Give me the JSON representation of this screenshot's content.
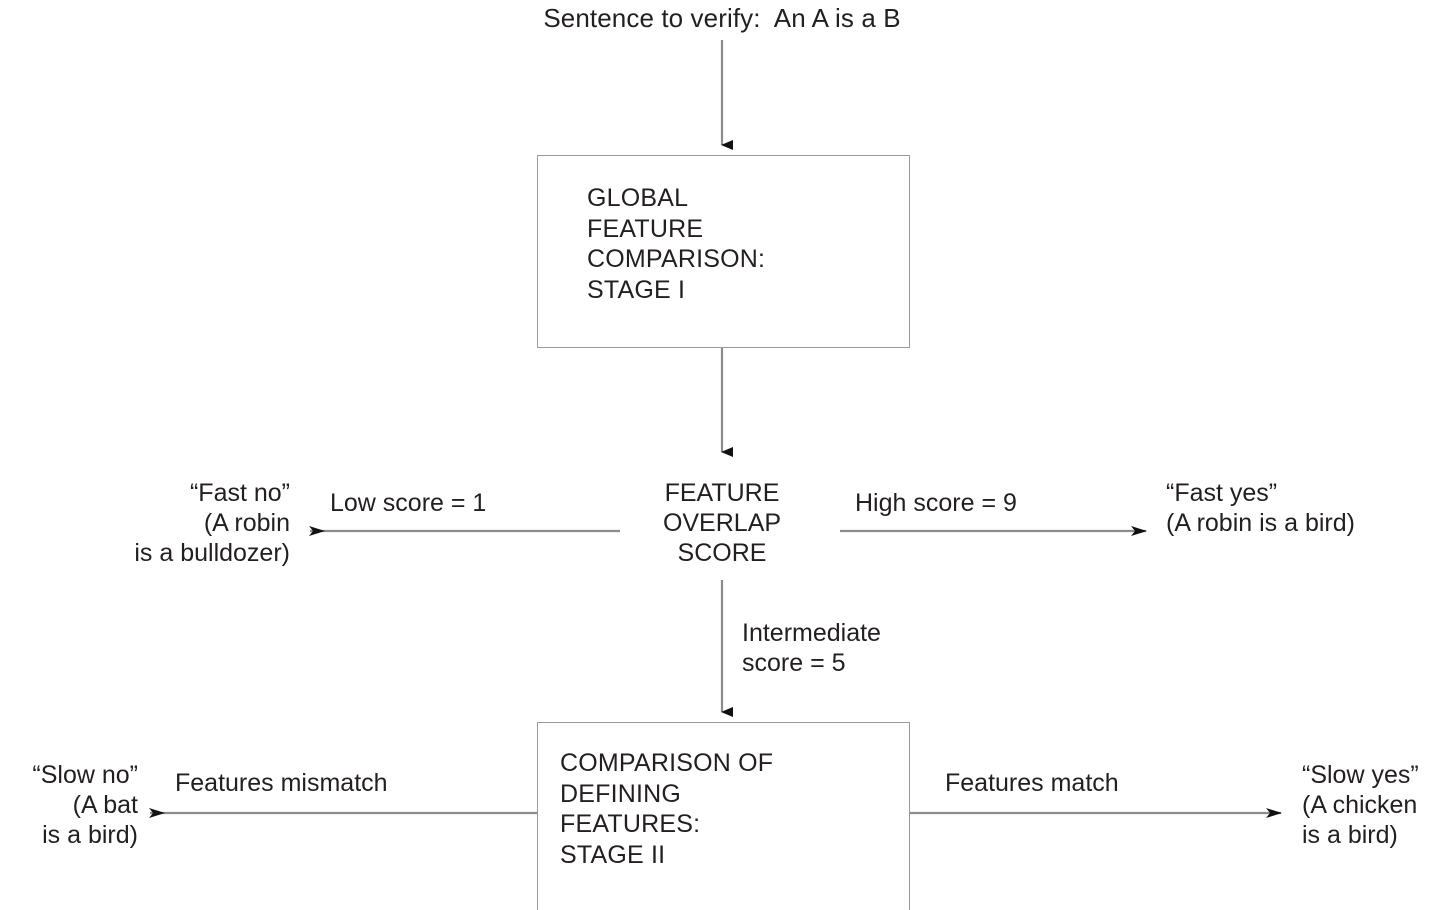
{
  "diagram": {
    "title": "Sentence to verify:  An A is a B",
    "stroke_color": "#8c8c8c",
    "arrow_color": "#1a1a1a",
    "text_color": "#231f20",
    "background": "#ffffff"
  },
  "nodes": {
    "stage1_box": {
      "label": "GLOBAL\nFEATURE\nCOMPARISON:\nSTAGE I"
    },
    "overlap_score": {
      "label": "FEATURE\nOVERLAP\nSCORE"
    },
    "stage2_box": {
      "label": "COMPARISON OF\nDEFINING\nFEATURES:\nSTAGE II"
    }
  },
  "outcomes": {
    "fast_no": {
      "label": "“Fast no”\n(A robin\nis a bulldozer)"
    },
    "fast_yes": {
      "label": "“Fast yes”\n(A robin is a bird)"
    },
    "slow_no": {
      "label": "“Slow no”\n(A bat\nis a bird)"
    },
    "slow_yes": {
      "label": "“Slow yes”\n(A chicken\nis a bird)"
    }
  },
  "edge_labels": {
    "low_score": "Low score = 1",
    "high_score": "High score = 9",
    "intermediate_score": "Intermediate\nscore = 5",
    "features_mismatch": "Features mismatch",
    "features_match": "Features match"
  }
}
